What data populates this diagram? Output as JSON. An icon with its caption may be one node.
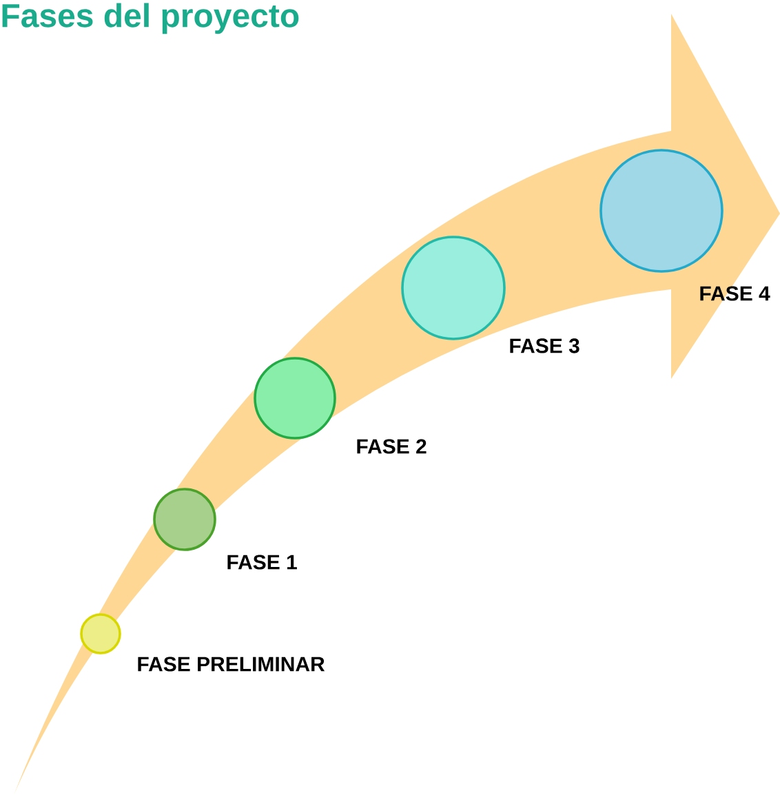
{
  "diagram": {
    "title": "Fases del proyecto",
    "nodes": [
      {
        "text": [],
        "shape": "circle",
        "beside": [
          "FASE PRELIMINAR"
        ]
      },
      {
        "text": [],
        "shape": "circle",
        "beside": [
          "FASE 1"
        ]
      },
      {
        "text": [],
        "shape": "circle",
        "beside": [
          "FASE 2"
        ]
      },
      {
        "text": [],
        "shape": "circle",
        "beside": [
          "FASE 3"
        ]
      },
      {
        "text": [],
        "shape": "circle",
        "beside": [
          "FASE 4"
        ]
      }
    ]
  }
}
